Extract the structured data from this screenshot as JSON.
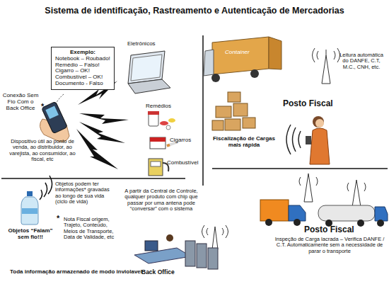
{
  "diagram": {
    "title": "Sistema de identificação, Rastreamento e Autenticação de Mercadorias",
    "nodes": [
      {
        "text": [
          "Exemplo:",
          "Notebook – Roubado!",
          "Remédio – Falso!",
          "Cigarro – OK!",
          "Combustível – OK!",
          "Documento - Falso"
        ]
      }
    ],
    "labels": [
      "Eletrônicos",
      "Conexão Sem Fio Com o Back Office",
      "*",
      "Dispositivo útil ao ponto de venda, ao distribuidor, ao varejista, ao consumidor, ao fiscal, etc",
      "Remédios",
      "Cigarros",
      "Combustível",
      "Leitura automática do DANFE, C.T, M.C., CNH, etc.",
      "Container",
      "Posto Fiscal",
      "Fiscalização de Cargas mais rápida",
      "Objetos podem ter informações* gravadas ao longo de sua vida (ciclo de vida)",
      "Objetos “Falam” sem fio!!!",
      "*",
      "Nota Fiscal origem, Trajeto, Conteúdo, Meios de Transporte, Data de Validade, etc",
      "Toda informação armazenado de modo inviolavel",
      "A partir da Central de Controle, qualquer produto com chip que passar por uma antena pode “conversar” com o sistema",
      "Back Office",
      "Posto Fiscal",
      "Inspeção de Carga lacrada – Verifica DANFE / C.T. Automaticamente sem a necessidade de parar o transporte"
    ]
  }
}
